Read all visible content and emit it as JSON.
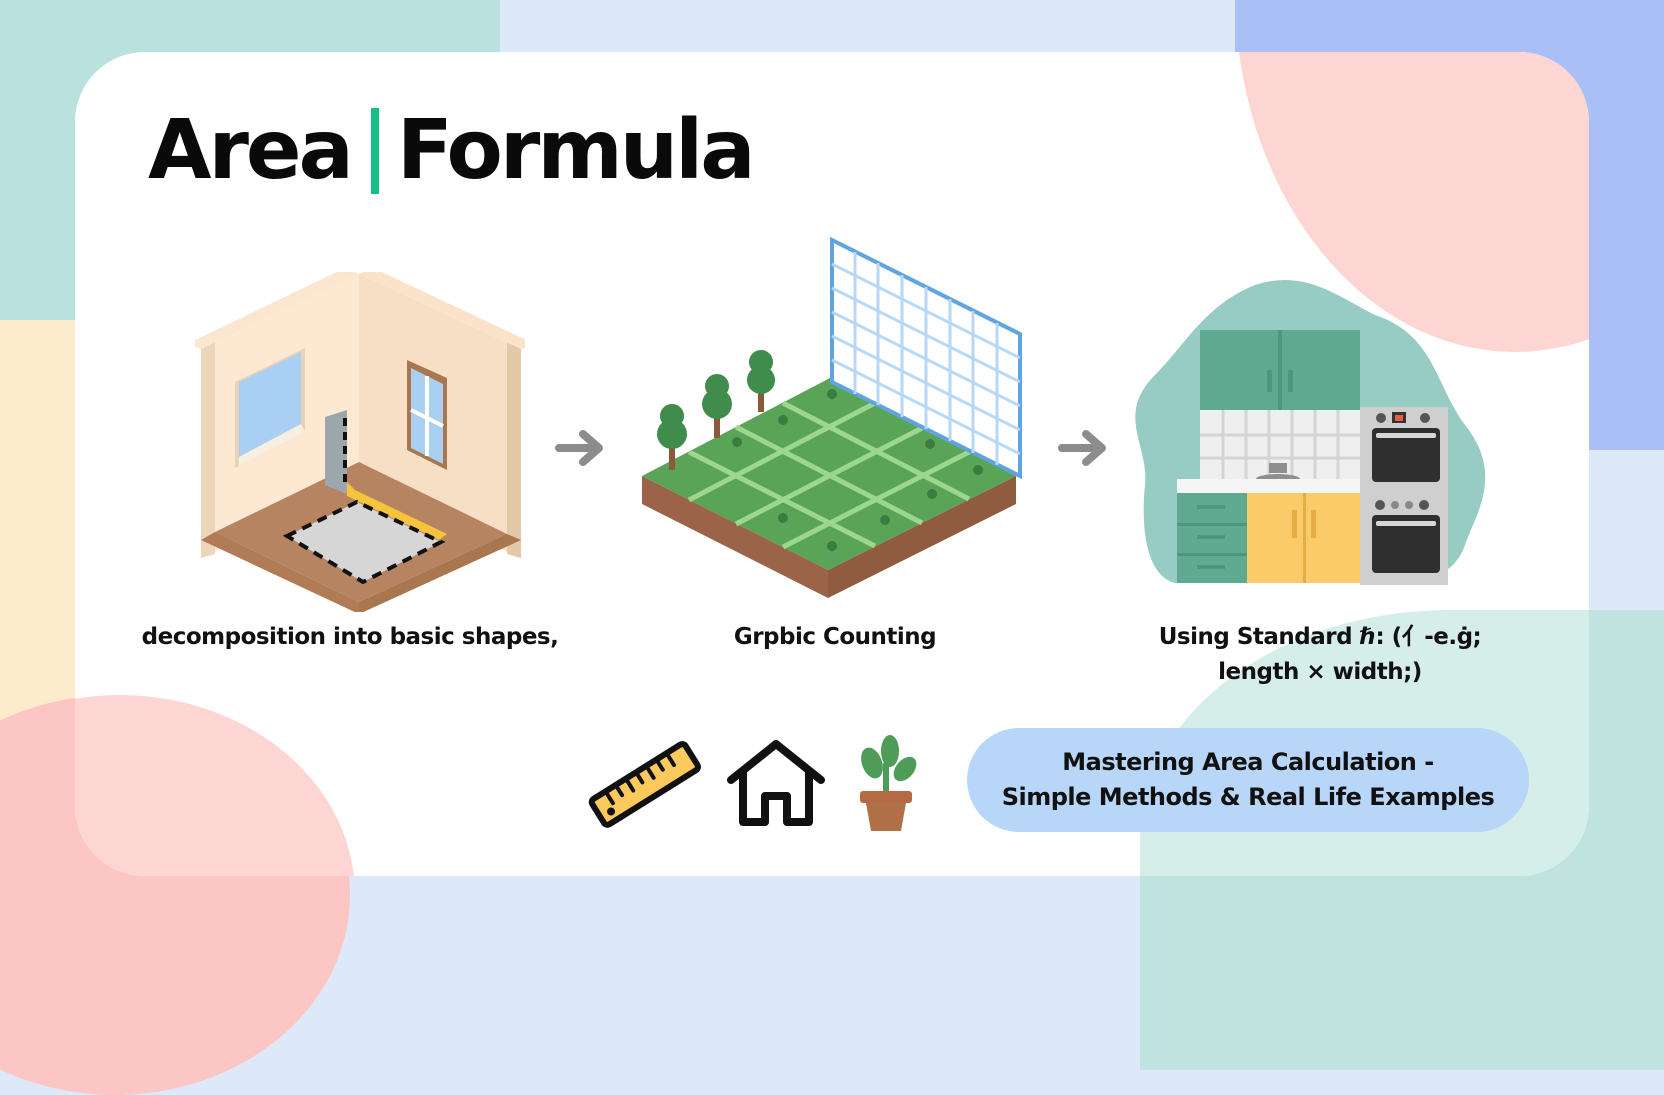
{
  "header": {
    "title_left": "Area",
    "title_right": "Formula",
    "separator_color": "#17bf88"
  },
  "steps": [
    {
      "id": "room",
      "illustration": "isometric-room-with-measured-floor",
      "caption": "decomposition into basic shapes,"
    },
    {
      "id": "grid",
      "illustration": "isometric-lawn-with-grid",
      "caption": "Grpbic Counting"
    },
    {
      "id": "kitchen",
      "illustration": "kitchen-with-cabinets-and-ovens",
      "caption_line1": "Using Standard ℏ: (⺅-e.ġ;",
      "caption_line2": "length × width;)"
    }
  ],
  "arrows": [
    "arrow-right-icon",
    "arrow-right-icon"
  ],
  "footer": {
    "icons": [
      "ruler-icon",
      "house-icon",
      "potted-plant-icon"
    ],
    "banner_line1": "Mastering Area Calculation -",
    "banner_line2": "Simple Methods & Real Life Examples",
    "banner_color": "#b8d6f8"
  },
  "palette": {
    "background": "#dde8f8",
    "teal_blob": "#b9e2df",
    "pink_blob": "#fbd5d2",
    "periwinkle_blob": "#abbff7",
    "cream_blob": "#fdeccc"
  }
}
